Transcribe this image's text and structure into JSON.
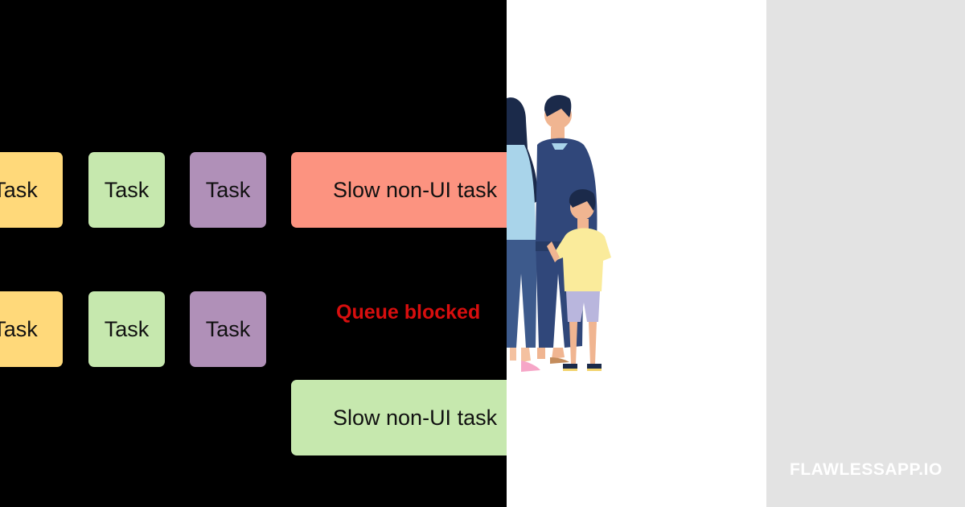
{
  "diagram": {
    "row1": [
      {
        "label": "Task",
        "color": "#ffd97a"
      },
      {
        "label": "Task",
        "color": "#c6e8ae"
      },
      {
        "label": "Task",
        "color": "#b090b8"
      },
      {
        "label": "Slow non-UI task",
        "color": "#fc9380"
      }
    ],
    "row2": [
      {
        "label": "Task",
        "color": "#ffd97a"
      },
      {
        "label": "Task",
        "color": "#c6e8ae"
      },
      {
        "label": "Task",
        "color": "#b090b8"
      }
    ],
    "queue_label": "Queue blocked",
    "slow_task_bottom": "Slow non-UI task"
  },
  "illustration": {
    "icon": "family-back-view-icon"
  },
  "brand": "FLAWLESSAPP.IO"
}
